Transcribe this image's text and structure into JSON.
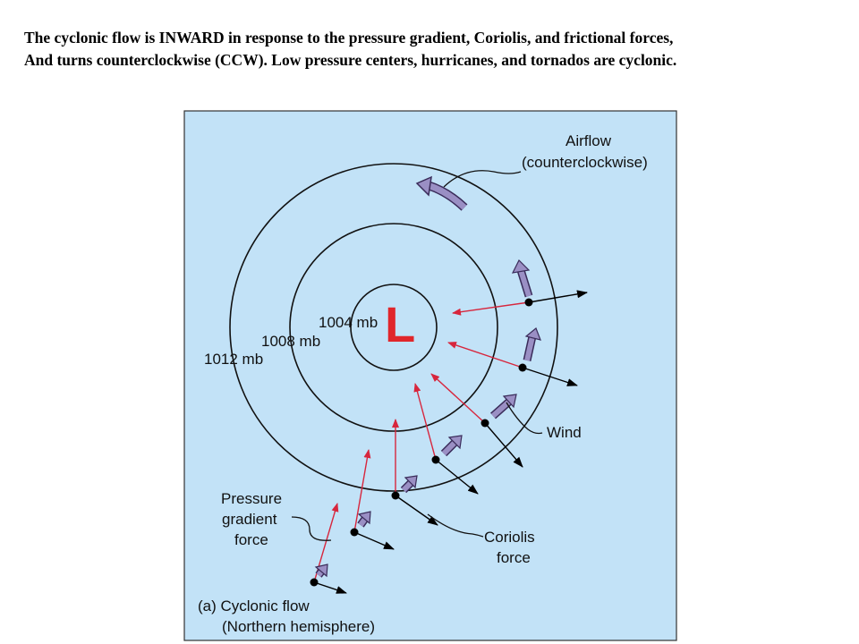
{
  "caption": {
    "line1": "The cyclonic flow is INWARD in response to the pressure gradient, Coriolis, and frictional forces,",
    "line2": "And turns counterclockwise (CCW). Low pressure centers, hurricanes, and tornados are cyclonic."
  },
  "diagram": {
    "center_label": "L",
    "isobars": [
      "1004 mb",
      "1008 mb",
      "1012 mb"
    ],
    "airflow_label": [
      "Airflow",
      "(counterclockwise)"
    ],
    "wind_label": "Wind",
    "pgf_label": [
      "Pressure",
      "gradient",
      "force"
    ],
    "coriolis_label": [
      "Coriolis",
      "force"
    ],
    "panel_caption": [
      "(a) Cyclonic flow",
      "(Northern hemisphere)"
    ],
    "colors": {
      "panel_bg": "#c2e2f7",
      "pressure_arrow": "#d7263d",
      "wind_arrow": "#9a8fc4",
      "center_mark": "#e0262b"
    }
  }
}
